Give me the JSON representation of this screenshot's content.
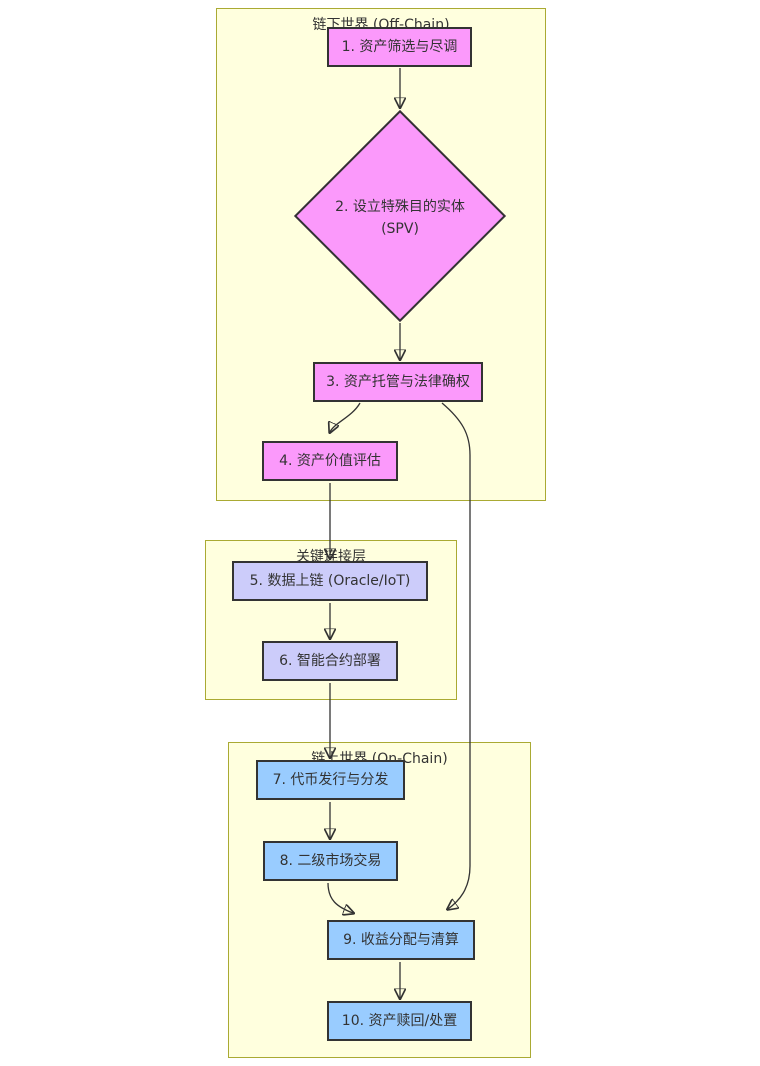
{
  "diagram": {
    "type": "flowchart",
    "direction": "top-down",
    "subgraphs": [
      {
        "id": "offchain",
        "title": "链下世界 (Off-Chain)"
      },
      {
        "id": "link",
        "title": "关键连接层"
      },
      {
        "id": "onchain",
        "title": "链上世界 (On-Chain)"
      }
    ],
    "nodes": [
      {
        "id": "1",
        "label": "1. 资产筛选与尽调",
        "shape": "rect",
        "group": "offchain"
      },
      {
        "id": "2",
        "label": "2. 设立特殊目的实体",
        "label_line2": "(SPV)",
        "shape": "diamond",
        "group": "offchain"
      },
      {
        "id": "3",
        "label": "3. 资产托管与法律确权",
        "shape": "rect",
        "group": "offchain"
      },
      {
        "id": "4",
        "label": "4. 资产价值评估",
        "shape": "rect",
        "group": "offchain"
      },
      {
        "id": "5",
        "label": "5. 数据上链 (Oracle/IoT)",
        "shape": "rect",
        "group": "link"
      },
      {
        "id": "6",
        "label": "6. 智能合约部署",
        "shape": "rect",
        "group": "link"
      },
      {
        "id": "7",
        "label": "7. 代币发行与分发",
        "shape": "rect",
        "group": "onchain"
      },
      {
        "id": "8",
        "label": "8. 二级市场交易",
        "shape": "rect",
        "group": "onchain"
      },
      {
        "id": "9",
        "label": "9. 收益分配与清算",
        "shape": "rect",
        "group": "onchain"
      },
      {
        "id": "10",
        "label": "10. 资产赎回/处置",
        "shape": "rect",
        "group": "onchain"
      }
    ],
    "edges": [
      {
        "from": "1",
        "to": "2"
      },
      {
        "from": "2",
        "to": "3"
      },
      {
        "from": "3",
        "to": "4"
      },
      {
        "from": "3",
        "to": "9"
      },
      {
        "from": "4",
        "to": "5"
      },
      {
        "from": "5",
        "to": "6"
      },
      {
        "from": "6",
        "to": "7"
      },
      {
        "from": "7",
        "to": "8"
      },
      {
        "from": "8",
        "to": "9"
      },
      {
        "from": "9",
        "to": "10"
      }
    ],
    "colors": {
      "canvas_bg": "#FFFFFF",
      "subgraph_fill": "#FFFFDE",
      "subgraph_border": "#AAAA33",
      "offchain_node_fill": "#FB99FB",
      "link_node_fill": "#CCCCFA",
      "onchain_node_fill": "#99CCFF",
      "node_border": "#333333",
      "edge_color": "#333333",
      "text_color": "#333333"
    }
  }
}
